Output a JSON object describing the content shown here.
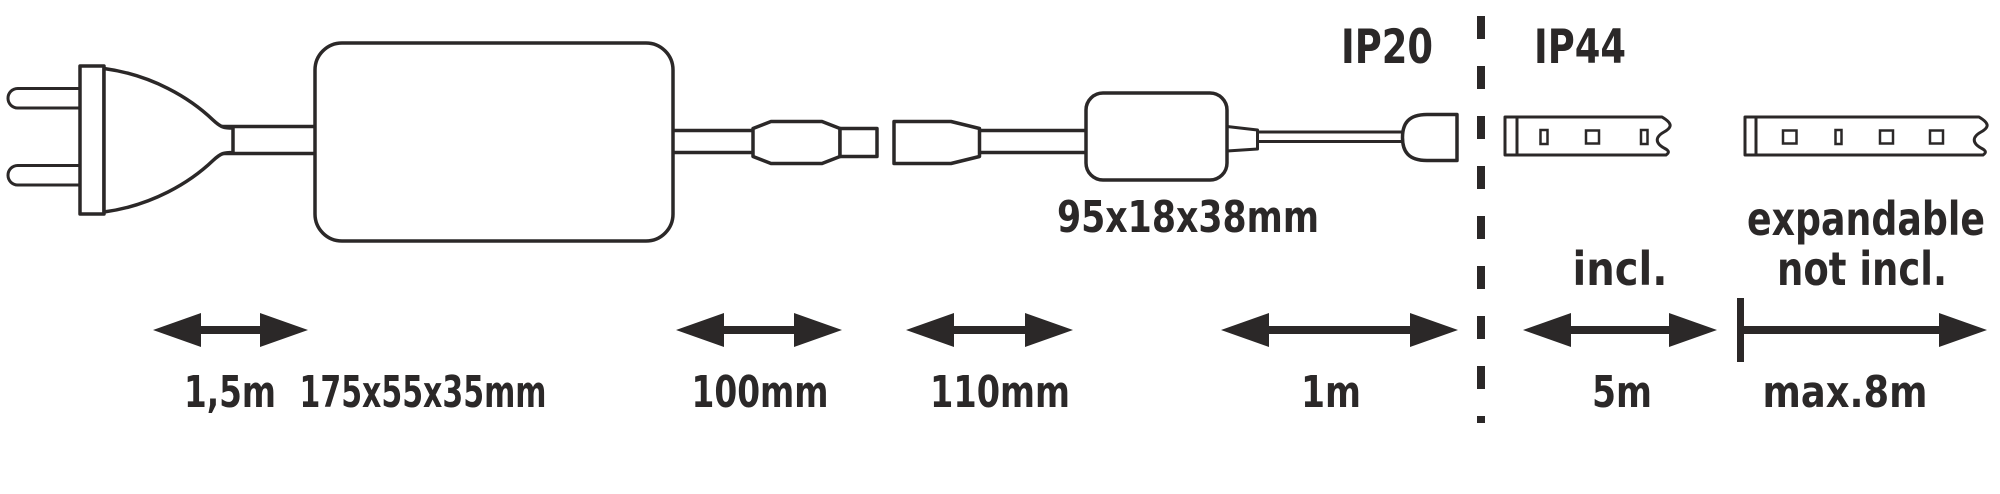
{
  "diagram": {
    "background": "#ffffff",
    "line_color": "#2b2828",
    "protection_zones": {
      "indoor_rating": "IP20",
      "strip_rating": "IP44"
    },
    "labels": {
      "cord_length": "1,5m",
      "psu_dimensions": "175x55x35mm",
      "connector_cable_length": "100mm",
      "extension_cable_length": "110mm",
      "output_cable_length": "1m",
      "controller_dimensions": "95x18x38mm",
      "strip_included_length": "5m",
      "strip_included_note": "incl.",
      "strip_expandable_note": "expandable",
      "strip_not_included_note": "not incl.",
      "strip_max_length": "max.8m"
    }
  }
}
